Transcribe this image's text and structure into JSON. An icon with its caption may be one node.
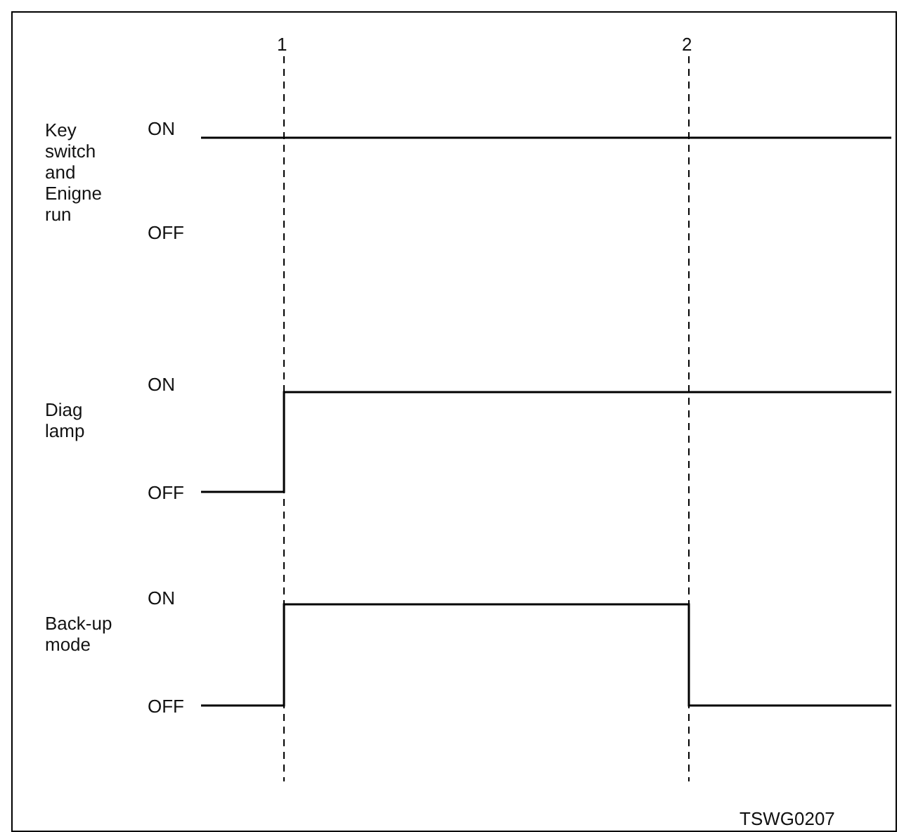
{
  "diagram": {
    "labels": [
      "1",
      "2",
      "Key switch and Enigne run",
      "ON",
      "OFF",
      "Diag lamp",
      "ON",
      "OFF",
      "Back-up mode",
      "ON",
      "OFF",
      "TSWG0207"
    ]
  }
}
